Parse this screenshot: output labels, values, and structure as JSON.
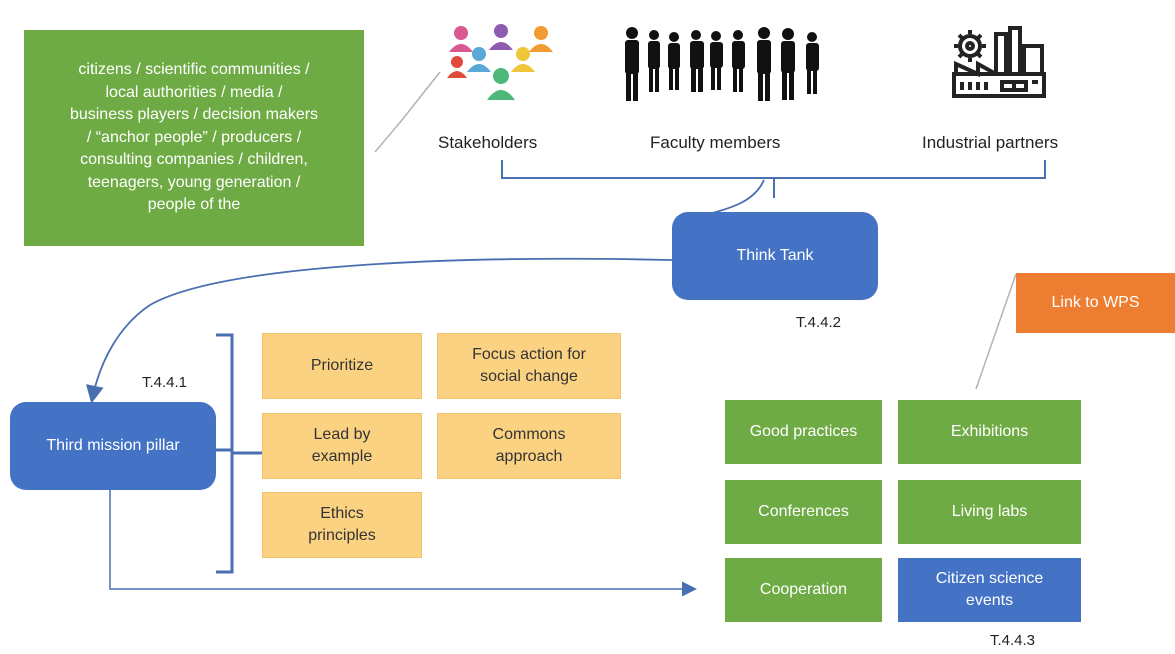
{
  "audience_box": {
    "lines": [
      "citizens / scientific communities /",
      "local authorities / media /",
      "business players / decision makers",
      "/ “anchor people” / producers /",
      "consulting companies / children,",
      "teenagers, young generation /",
      "people of the"
    ]
  },
  "partners": {
    "stakeholders": "Stakeholders",
    "faculty": "Faculty members",
    "industrial": "Industrial partners"
  },
  "think_tank": {
    "label": "Think Tank",
    "code": "T.4.4.2"
  },
  "link_wps": "Link to WPS",
  "pillar": {
    "label": "Third mission pillar",
    "code": "T.4.4.1"
  },
  "principles": {
    "prioritize": "Prioritize",
    "focus": [
      "Focus action for",
      "social change"
    ],
    "lead": [
      "Lead by",
      "example"
    ],
    "commons": [
      "Commons",
      "approach"
    ],
    "ethics": [
      "Ethics",
      "principles"
    ]
  },
  "activities": {
    "good_practices": "Good practices",
    "exhibitions": "Exhibitions",
    "conferences": "Conferences",
    "living_labs": "Living labs",
    "cooperation": "Cooperation",
    "citizen_science": [
      "Citizen science",
      "events"
    ],
    "code": "T.4.4.3"
  },
  "colors": {
    "green": "#6fab45",
    "blue": "#4472c4",
    "orange": "#ed7d31",
    "tan": "#fbd282"
  },
  "icons": [
    "people-group-icon",
    "business-people-icon",
    "factory-icon"
  ]
}
